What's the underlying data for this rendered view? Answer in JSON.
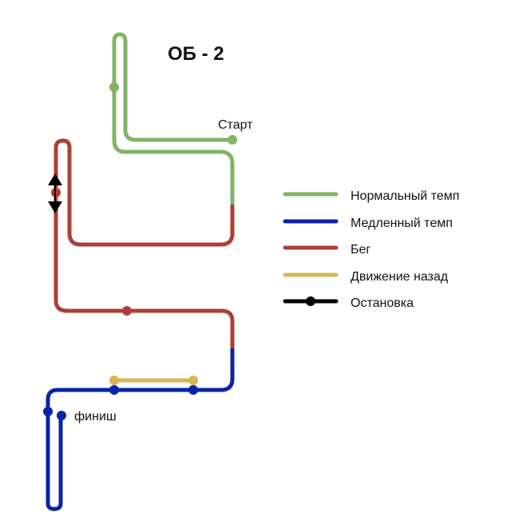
{
  "title": "ОБ - 2",
  "labels": {
    "start": "Старт",
    "finish": "финиш"
  },
  "colors": {
    "normal": "#82b366",
    "slow": "#0a24a8",
    "run": "#ad3f33",
    "back": "#d6b656",
    "stop": "#000000"
  },
  "legend": {
    "items": [
      {
        "key": "normal",
        "label": "Нормальный темп"
      },
      {
        "key": "slow",
        "label": "Медленный темп"
      },
      {
        "key": "run",
        "label": "Бег"
      },
      {
        "key": "back",
        "label": "Движение назад"
      },
      {
        "key": "stop",
        "label": "Остановка"
      }
    ]
  }
}
